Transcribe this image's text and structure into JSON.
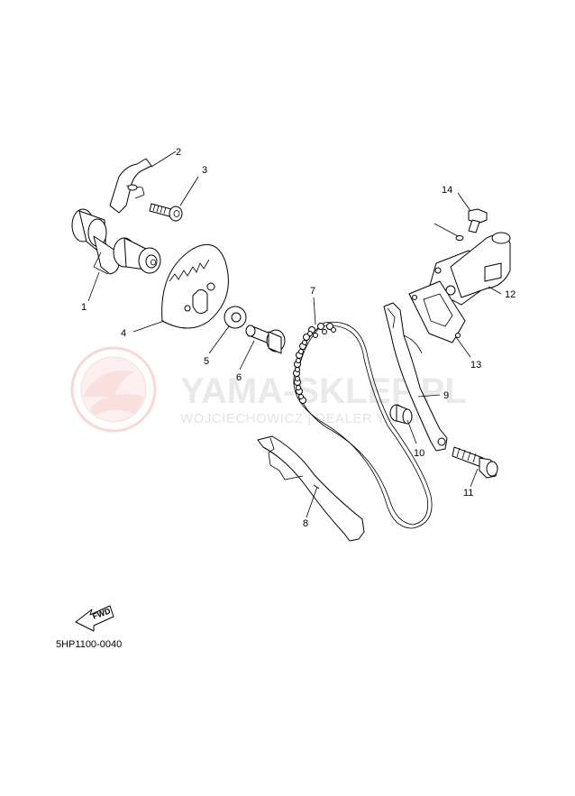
{
  "watermark": {
    "title": "YAMA-SKLEP.PL",
    "subtitle": "WOJCIECHOWICZ | DEALER YAMAHA"
  },
  "fwd_label": "FWD",
  "diagram_code": "5HP1100-0040",
  "callouts": [
    {
      "id": "callout-1",
      "label": "1"
    },
    {
      "id": "callout-2",
      "label": "2"
    },
    {
      "id": "callout-3",
      "label": "3"
    },
    {
      "id": "callout-4",
      "label": "4"
    },
    {
      "id": "callout-5",
      "label": "5"
    },
    {
      "id": "callout-6",
      "label": "6"
    },
    {
      "id": "callout-7",
      "label": "7"
    },
    {
      "id": "callout-8",
      "label": "8"
    },
    {
      "id": "callout-9",
      "label": "9"
    },
    {
      "id": "callout-10",
      "label": "10"
    },
    {
      "id": "callout-11",
      "label": "11"
    },
    {
      "id": "callout-12",
      "label": "12"
    },
    {
      "id": "callout-13",
      "label": "13"
    },
    {
      "id": "callout-14",
      "label": "14"
    }
  ]
}
